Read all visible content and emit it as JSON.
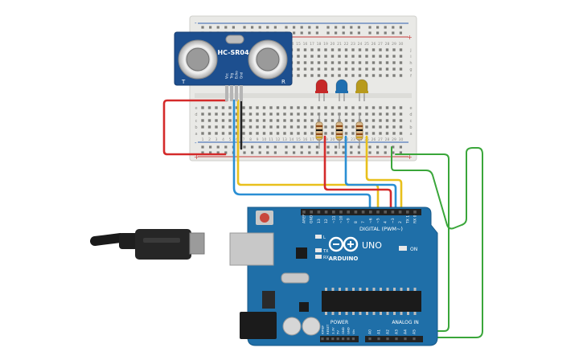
{
  "sensor": {
    "model": "HC-SR04",
    "corner_left": "T",
    "corner_right": "R",
    "pins": [
      "Vcc",
      "Trig",
      "Echo",
      "Gnd"
    ]
  },
  "breadboard": {
    "column_numbers": [
      "1",
      "2",
      "3",
      "4",
      "5",
      "6",
      "7",
      "8",
      "9",
      "10",
      "11",
      "12",
      "13",
      "14",
      "15",
      "16",
      "17",
      "18",
      "19",
      "20",
      "21",
      "22",
      "23",
      "24",
      "25",
      "26",
      "27",
      "28",
      "29",
      "30"
    ],
    "rows_top": [
      "j",
      "i",
      "h",
      "g",
      "f"
    ],
    "rows_bottom": [
      "e",
      "d",
      "c",
      "b",
      "a"
    ],
    "rail_plus": "+",
    "rail_minus": "-"
  },
  "leds": [
    {
      "name": "red",
      "color": "#c62828"
    },
    {
      "name": "blue",
      "color": "#1f6fb0"
    },
    {
      "name": "yellow",
      "color": "#b89a1c"
    }
  ],
  "arduino": {
    "brand": "ARDUINO",
    "model": "UNO",
    "digital_label": "DIGITAL (PWM~)",
    "power_label": "POWER",
    "analog_label": "ANALOG IN",
    "on_label": "ON",
    "led_labels": [
      "L",
      "TX",
      "RX"
    ],
    "digital_pins": [
      "AREF",
      "GND",
      "13",
      "12",
      "~11",
      "~10",
      "~9",
      "8",
      "7",
      "~6",
      "~5",
      "4",
      "~3",
      "2",
      "TX 1",
      "RX 0"
    ],
    "power_pins": [
      "IOREF",
      "RESET",
      "3.3V",
      "5V",
      "GND",
      "GND",
      "Vin"
    ],
    "analog_pins": [
      "A0",
      "A1",
      "A2",
      "A3",
      "A4",
      "A5"
    ],
    "reset_label": "RESET"
  },
  "wire_colors": {
    "red": "#d42a2a",
    "black": "#222222",
    "blue": "#2a8fd4",
    "yellow": "#e8c01c",
    "green": "#3aa63a"
  }
}
